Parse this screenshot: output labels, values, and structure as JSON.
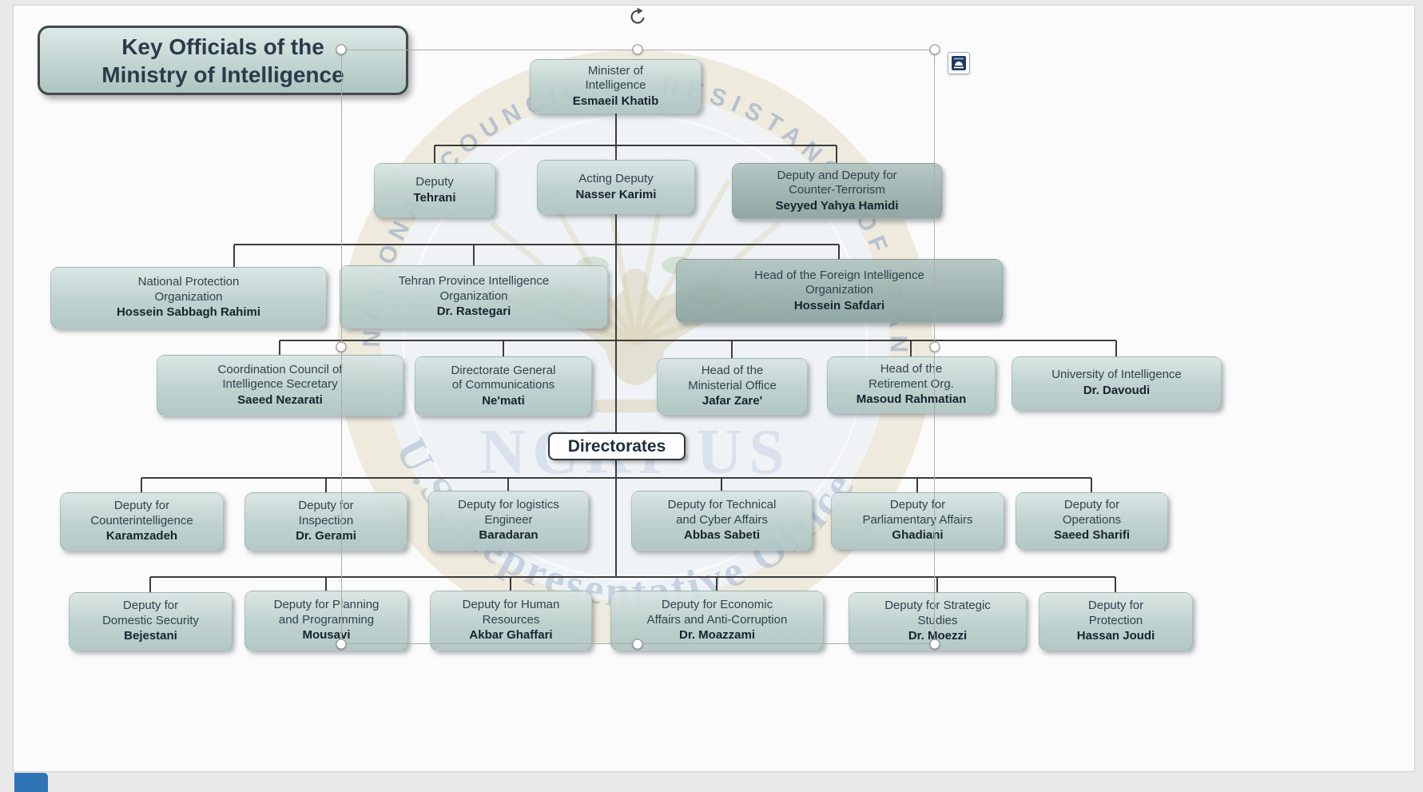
{
  "title_box": {
    "lines": [
      "Key Officials of the",
      "Ministry of Intelligence"
    ]
  },
  "directorates_label": "Directorates",
  "watermark": {
    "ring_text": "NATIONAL COUNCIL OF RESISTANCE OF IRAN",
    "center_text": "NCRI-US",
    "arc_text": "U.S. Representative Office"
  },
  "org_chart": {
    "nodes": [
      {
        "id": "minister",
        "title_lines": [
          "Minister of",
          "Intelligence"
        ],
        "name": "Esmaeil Khatib",
        "tone": "light",
        "reports_to": null
      },
      {
        "id": "deputy-tehrani",
        "title_lines": [
          "Deputy"
        ],
        "name": "Tehrani",
        "tone": "light",
        "reports_to": "minister"
      },
      {
        "id": "acting-deputy",
        "title_lines": [
          "Acting Deputy"
        ],
        "name": "Nasser Karimi",
        "tone": "light",
        "reports_to": "minister"
      },
      {
        "id": "deputy-counter-terrorism",
        "title_lines": [
          "Deputy and Deputy for",
          "Counter-Terrorism"
        ],
        "name": "Seyyed Yahya Hamidi",
        "tone": "dark",
        "reports_to": "minister"
      },
      {
        "id": "national-protection",
        "title_lines": [
          "National Protection",
          "Organization"
        ],
        "name": "Hossein Sabbagh Rahimi",
        "tone": "light",
        "reports_to": "acting-deputy"
      },
      {
        "id": "tehran-province",
        "title_lines": [
          "Tehran Province Intelligence",
          "Organization"
        ],
        "name": "Dr. Rastegari",
        "tone": "light",
        "reports_to": "acting-deputy"
      },
      {
        "id": "foreign-intelligence",
        "title_lines": [
          "Head of the Foreign Intelligence",
          "Organization"
        ],
        "name": "Hossein Safdari",
        "tone": "dark",
        "reports_to": "acting-deputy"
      },
      {
        "id": "coordination-council",
        "title_lines": [
          "Coordination Council of",
          "Intelligence Secretary"
        ],
        "name": "Saeed Nezarati",
        "tone": "light",
        "reports_to": "acting-deputy"
      },
      {
        "id": "communications",
        "title_lines": [
          "Directorate General",
          "of Communications"
        ],
        "name": "Ne'mati",
        "tone": "light",
        "reports_to": "acting-deputy"
      },
      {
        "id": "ministerial-office",
        "title_lines": [
          "Head of the",
          "Ministerial Office"
        ],
        "name": "Jafar Zare'",
        "tone": "light",
        "reports_to": "acting-deputy"
      },
      {
        "id": "retirement-org",
        "title_lines": [
          "Head of the",
          "Retirement Org."
        ],
        "name": "Masoud Rahmatian",
        "tone": "light",
        "reports_to": "acting-deputy"
      },
      {
        "id": "university",
        "title_lines": [
          "University of Intelligence"
        ],
        "name": "Dr. Davoudi",
        "tone": "light",
        "reports_to": "acting-deputy"
      },
      {
        "id": "counterintelligence",
        "title_lines": [
          "Deputy for",
          "Counterintelligence"
        ],
        "name": "Karamzadeh",
        "tone": "light",
        "reports_to": "directorates"
      },
      {
        "id": "inspection",
        "title_lines": [
          "Deputy for",
          "Inspection"
        ],
        "name": "Dr. Gerami",
        "tone": "light",
        "reports_to": "directorates"
      },
      {
        "id": "logistics",
        "title_lines": [
          "Deputy for logistics",
          "Engineer"
        ],
        "name": "Baradaran",
        "tone": "light",
        "reports_to": "directorates"
      },
      {
        "id": "technical-cyber",
        "title_lines": [
          "Deputy for Technical",
          "and Cyber Affairs"
        ],
        "name": "Abbas Sabeti",
        "tone": "light",
        "reports_to": "directorates"
      },
      {
        "id": "parliamentary",
        "title_lines": [
          "Deputy for",
          "Parliamentary Affairs"
        ],
        "name": "Ghadiani",
        "tone": "light",
        "reports_to": "directorates"
      },
      {
        "id": "operations",
        "title_lines": [
          "Deputy for",
          "Operations"
        ],
        "name": "Saeed Sharifi",
        "tone": "light",
        "reports_to": "directorates"
      },
      {
        "id": "domestic-security",
        "title_lines": [
          "Deputy for",
          "Domestic Security"
        ],
        "name": "Bejestani",
        "tone": "light",
        "reports_to": "directorates"
      },
      {
        "id": "planning-programming",
        "title_lines": [
          "Deputy for Planning",
          "and Programming"
        ],
        "name": "Mousavi",
        "tone": "light",
        "reports_to": "directorates"
      },
      {
        "id": "human-resources",
        "title_lines": [
          "Deputy for Human",
          "Resources"
        ],
        "name": "Akbar Ghaffari",
        "tone": "light",
        "reports_to": "directorates"
      },
      {
        "id": "economic-affairs",
        "title_lines": [
          "Deputy for Economic",
          "Affairs and Anti-Corruption"
        ],
        "name": "Dr. Moazzami",
        "tone": "light",
        "reports_to": "directorates"
      },
      {
        "id": "strategic-studies",
        "title_lines": [
          "Deputy for Strategic",
          "Studies"
        ],
        "name": "Dr. Moezzi",
        "tone": "light",
        "reports_to": "directorates"
      },
      {
        "id": "protection",
        "title_lines": [
          "Deputy for",
          "Protection"
        ],
        "name": "Hassan Joudi",
        "tone": "light",
        "reports_to": "directorates"
      }
    ]
  },
  "colors": {
    "box_light_top": "#d8e4e2",
    "box_light_bottom": "#adc4c1",
    "box_dark_top": "#b2c4c1",
    "box_dark_bottom": "#8da3a0",
    "connector": "#3c3c3c",
    "selection_border": "#ababab",
    "artifact_blue": "#2f74b5"
  },
  "layout": {
    "boxes": {
      "minister": [
        663,
        74,
        215,
        68
      ],
      "deputy-tehrani": [
        468,
        204,
        152,
        68
      ],
      "acting-deputy": [
        672,
        200,
        198,
        68
      ],
      "deputy-counter-terrorism": [
        916,
        204,
        263,
        70
      ],
      "national-protection": [
        63,
        334,
        346,
        77
      ],
      "tehran-province": [
        425,
        332,
        336,
        79
      ],
      "foreign-intelligence": [
        846,
        324,
        409,
        80
      ],
      "coordination-council": [
        196,
        444,
        309,
        76
      ],
      "communications": [
        519,
        446,
        222,
        74
      ],
      "ministerial-office": [
        822,
        448,
        189,
        71
      ],
      "retirement-org": [
        1035,
        446,
        211,
        71
      ],
      "university": [
        1266,
        446,
        263,
        67
      ],
      "counterintelligence": [
        75,
        616,
        205,
        73
      ],
      "inspection": [
        306,
        616,
        204,
        73
      ],
      "logistics": [
        536,
        614,
        201,
        75
      ],
      "technical-cyber": [
        790,
        614,
        227,
        75
      ],
      "parliamentary": [
        1040,
        616,
        217,
        71
      ],
      "operations": [
        1271,
        616,
        191,
        71
      ],
      "domestic-security": [
        86,
        741,
        205,
        73
      ],
      "planning-programming": [
        306,
        739,
        205,
        75
      ],
      "human-resources": [
        538,
        739,
        203,
        75
      ],
      "economic-affairs": [
        764,
        739,
        267,
        75
      ],
      "strategic-studies": [
        1062,
        741,
        223,
        73
      ],
      "protection": [
        1300,
        741,
        193,
        73
      ]
    },
    "connector_segments": [
      [
        771,
        142,
        771,
        182
      ],
      [
        544,
        182,
        1047,
        182
      ],
      [
        544,
        182,
        544,
        204
      ],
      [
        771,
        182,
        771,
        200
      ],
      [
        1047,
        182,
        1047,
        204
      ],
      [
        771,
        268,
        771,
        722
      ],
      [
        293,
        306,
        1050,
        306
      ],
      [
        293,
        306,
        293,
        334
      ],
      [
        593,
        306,
        593,
        332
      ],
      [
        1050,
        306,
        1050,
        324
      ],
      [
        350,
        426,
        1397,
        426
      ],
      [
        350,
        426,
        350,
        444
      ],
      [
        630,
        426,
        630,
        446
      ],
      [
        916,
        426,
        916,
        448
      ],
      [
        1140,
        426,
        1140,
        446
      ],
      [
        1397,
        426,
        1397,
        446
      ],
      [
        177,
        598,
        1366,
        598
      ],
      [
        177,
        598,
        177,
        616
      ],
      [
        408,
        598,
        408,
        616
      ],
      [
        636,
        598,
        636,
        614
      ],
      [
        903,
        598,
        903,
        614
      ],
      [
        1148,
        598,
        1148,
        616
      ],
      [
        1366,
        598,
        1366,
        616
      ],
      [
        188,
        722,
        1396,
        722
      ],
      [
        188,
        722,
        188,
        741
      ],
      [
        408,
        722,
        408,
        739
      ],
      [
        639,
        722,
        639,
        739
      ],
      [
        897,
        722,
        897,
        739
      ],
      [
        1173,
        722,
        1173,
        741
      ],
      [
        1396,
        722,
        1396,
        741
      ]
    ],
    "selection_rect": [
      427,
      62,
      743,
      744
    ]
  }
}
